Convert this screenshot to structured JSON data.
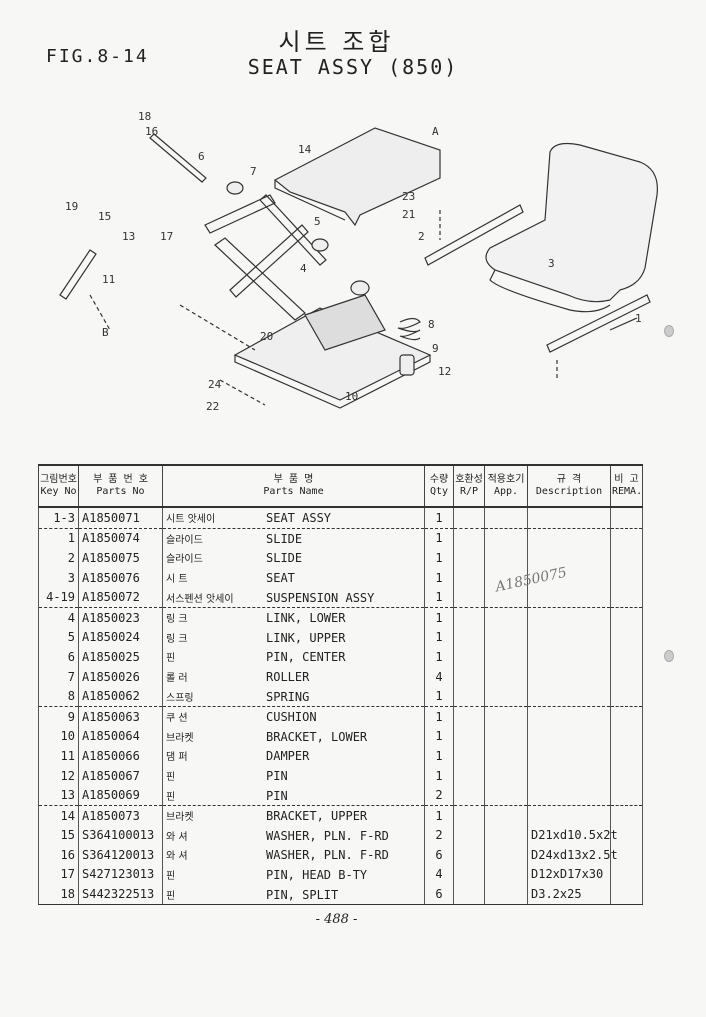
{
  "header": {
    "figure": "FIG.8-14",
    "title_ko": "시트 조합",
    "title_en": "SEAT ASSY (850)"
  },
  "diagram": {
    "callouts": [
      "1",
      "2",
      "3",
      "4",
      "5",
      "6",
      "7",
      "8",
      "9",
      "10",
      "11",
      "12",
      "13",
      "14",
      "15",
      "16",
      "17",
      "18",
      "19",
      "20",
      "21",
      "22",
      "23",
      "24",
      "A",
      "B"
    ]
  },
  "table": {
    "headers": {
      "key_ko": "그림번호",
      "key_en": "Key No",
      "part_no_ko": "부 품 번 호",
      "part_no_en": "Parts No",
      "name_ko": "부 품 명",
      "name_en": "Parts Name",
      "qty_ko": "수량",
      "qty_en": "Qty",
      "rp_ko": "호환성",
      "rp_en": "R/P",
      "app_ko": "적용호기",
      "app_en": "App.",
      "desc_ko": "규 격",
      "desc_en": "Description",
      "remark_ko": "비 고",
      "remark_en": "REMA."
    },
    "rows": [
      {
        "key": "1-3",
        "part_no": "A1850071",
        "name_ko": "시트 앗세이",
        "name_en": "SEAT ASSY",
        "qty": "1",
        "desc": ""
      },
      {
        "key": "1",
        "part_no": "A1850074",
        "name_ko": "슬라이드",
        "name_en": "SLIDE",
        "qty": "1",
        "desc": ""
      },
      {
        "key": "2",
        "part_no": "A1850075",
        "name_ko": "슬라이드",
        "name_en": "SLIDE",
        "qty": "1",
        "desc": ""
      },
      {
        "key": "3",
        "part_no": "A1850076",
        "name_ko": "시 트",
        "name_en": "SEAT",
        "qty": "1",
        "desc": ""
      },
      {
        "key": "4-19",
        "part_no": "A1850072",
        "name_ko": "서스펜션 앗세이",
        "name_en": "SUSPENSION ASSY",
        "qty": "1",
        "desc": ""
      },
      {
        "key": "4",
        "part_no": "A1850023",
        "name_ko": "링 크",
        "name_en": "LINK, LOWER",
        "qty": "1",
        "desc": ""
      },
      {
        "key": "5",
        "part_no": "A1850024",
        "name_ko": "링 크",
        "name_en": "LINK, UPPER",
        "qty": "1",
        "desc": ""
      },
      {
        "key": "6",
        "part_no": "A1850025",
        "name_ko": "핀",
        "name_en": "PIN, CENTER",
        "qty": "1",
        "desc": ""
      },
      {
        "key": "7",
        "part_no": "A1850026",
        "name_ko": "롤 러",
        "name_en": "ROLLER",
        "qty": "4",
        "desc": ""
      },
      {
        "key": "8",
        "part_no": "A1850062",
        "name_ko": "스프링",
        "name_en": "SPRING",
        "qty": "1",
        "desc": ""
      },
      {
        "key": "9",
        "part_no": "A1850063",
        "name_ko": "쿠 션",
        "name_en": "CUSHION",
        "qty": "1",
        "desc": ""
      },
      {
        "key": "10",
        "part_no": "A1850064",
        "name_ko": "브라켓",
        "name_en": "BRACKET, LOWER",
        "qty": "1",
        "desc": ""
      },
      {
        "key": "11",
        "part_no": "A1850066",
        "name_ko": "댐 퍼",
        "name_en": "DAMPER",
        "qty": "1",
        "desc": ""
      },
      {
        "key": "12",
        "part_no": "A1850067",
        "name_ko": "핀",
        "name_en": "PIN",
        "qty": "1",
        "desc": ""
      },
      {
        "key": "13",
        "part_no": "A1850069",
        "name_ko": "핀",
        "name_en": "PIN",
        "qty": "2",
        "desc": ""
      },
      {
        "key": "14",
        "part_no": "A1850073",
        "name_ko": "브라켓",
        "name_en": "BRACKET, UPPER",
        "qty": "1",
        "desc": ""
      },
      {
        "key": "15",
        "part_no": "S364100013",
        "name_ko": "와 셔",
        "name_en": "WASHER, PLN. F-RD",
        "qty": "2",
        "desc": "D21xd10.5x2t"
      },
      {
        "key": "16",
        "part_no": "S364120013",
        "name_ko": "와 셔",
        "name_en": "WASHER, PLN. F-RD",
        "qty": "6",
        "desc": "D24xd13x2.5t"
      },
      {
        "key": "17",
        "part_no": "S427123013",
        "name_ko": "핀",
        "name_en": "PIN, HEAD B-TY",
        "qty": "4",
        "desc": "D12xD17x30"
      },
      {
        "key": "18",
        "part_no": "S442322513",
        "name_ko": "핀",
        "name_en": "PIN, SPLIT",
        "qty": "6",
        "desc": "D3.2x25"
      }
    ]
  },
  "annotation": "A1850075",
  "footer": {
    "page": "- 488 -"
  }
}
